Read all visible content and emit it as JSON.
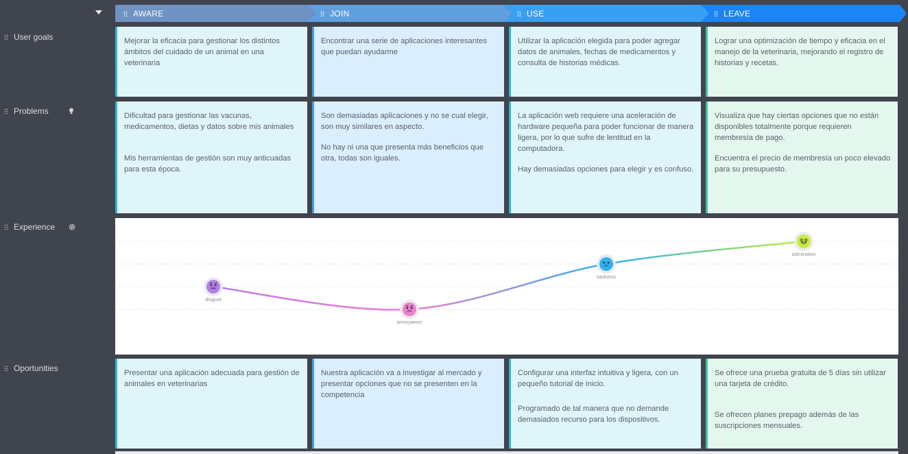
{
  "phases": [
    {
      "label": "AWARE",
      "color": "#6e92c2"
    },
    {
      "label": "JOIN",
      "color": "#5f9fdd"
    },
    {
      "label": "USE",
      "color": "#3a9ff3"
    },
    {
      "label": "LEAVE",
      "color": "#1c84f5"
    }
  ],
  "rows": {
    "user_goals": "User goals",
    "problems": "Problems",
    "experience": "Experience",
    "opportunities": "Oportunities"
  },
  "icons": {
    "problems": "lightbulb-icon",
    "experience": "gear-icon",
    "collapse": "caret-down-icon"
  },
  "user_goals": [
    [
      "Mejorar la eficacia para gestionar los distintos ámbitos del cuidado de un animal en una veterinaria"
    ],
    [
      "Encontrar una serie de aplicaciones interesantes que puedan ayudarme"
    ],
    [
      "Utilizar la aplicación elegida para poder agregar datos de animales, fechas de medicamentos y consulta de historias médicas."
    ],
    [
      "Lograr una optimización de tiempo y eficacia en el manejo de la veterinaria, mejorando el registro de historias y recetas."
    ]
  ],
  "problems": [
    [
      "Dificultad para gestionar las vacunas, medicamentos, dietas y datos sobre mis animales",
      "Mis herramientas de gestión son muy anticuadas para esta época."
    ],
    [
      "Son demasiadas aplicaciones y no se cual elegir, son muy similares en aspecto.",
      "No hay ni una que presenta más beneficios que otra, todas son iguales."
    ],
    [
      "La aplicación web requiere una aceleración de hardware pequeña para poder funcionar de manera ligera, por lo que sufre de lentitud en la computadora.",
      "Hay demasiadas opciones para elegir y es confuso."
    ],
    [
      "Visualiza que hay ciertas opciones que no están disponibles totalmente porque requieren membresía de pago.",
      "Encuentra el precio de membresía un poco elevado para su presupuesto."
    ]
  ],
  "opportunities": [
    [
      "Presentar una aplicación adecuada para gestión de animales en veterinarias"
    ],
    [
      "Nuestra aplicación va a investigar al mercado y presentar opciones que no se presenten en la competencia"
    ],
    [
      "Configurar una interfaz intuitiva y ligera, con un pequeño tutorial de inicio.",
      "Programado de tal manera que no demande demasiados recurso para los dispositivos."
    ],
    [
      "Se ofrece una prueba gratuita de 5 días sin utilizar una tarjeta de crédito.",
      "Se ofrecen planes prepago además de las suscripciones mensuales."
    ]
  ],
  "experience": {
    "points": [
      {
        "emotion": "disgust",
        "level": 2,
        "color": "#b57ee8"
      },
      {
        "emotion": "annoyance",
        "level": 1,
        "color": "#f07fcd"
      },
      {
        "emotion": "sadness",
        "level": 3,
        "color": "#2fb2f1"
      },
      {
        "emotion": "admiration",
        "level": 4,
        "color": "#c6ec3a"
      }
    ]
  }
}
